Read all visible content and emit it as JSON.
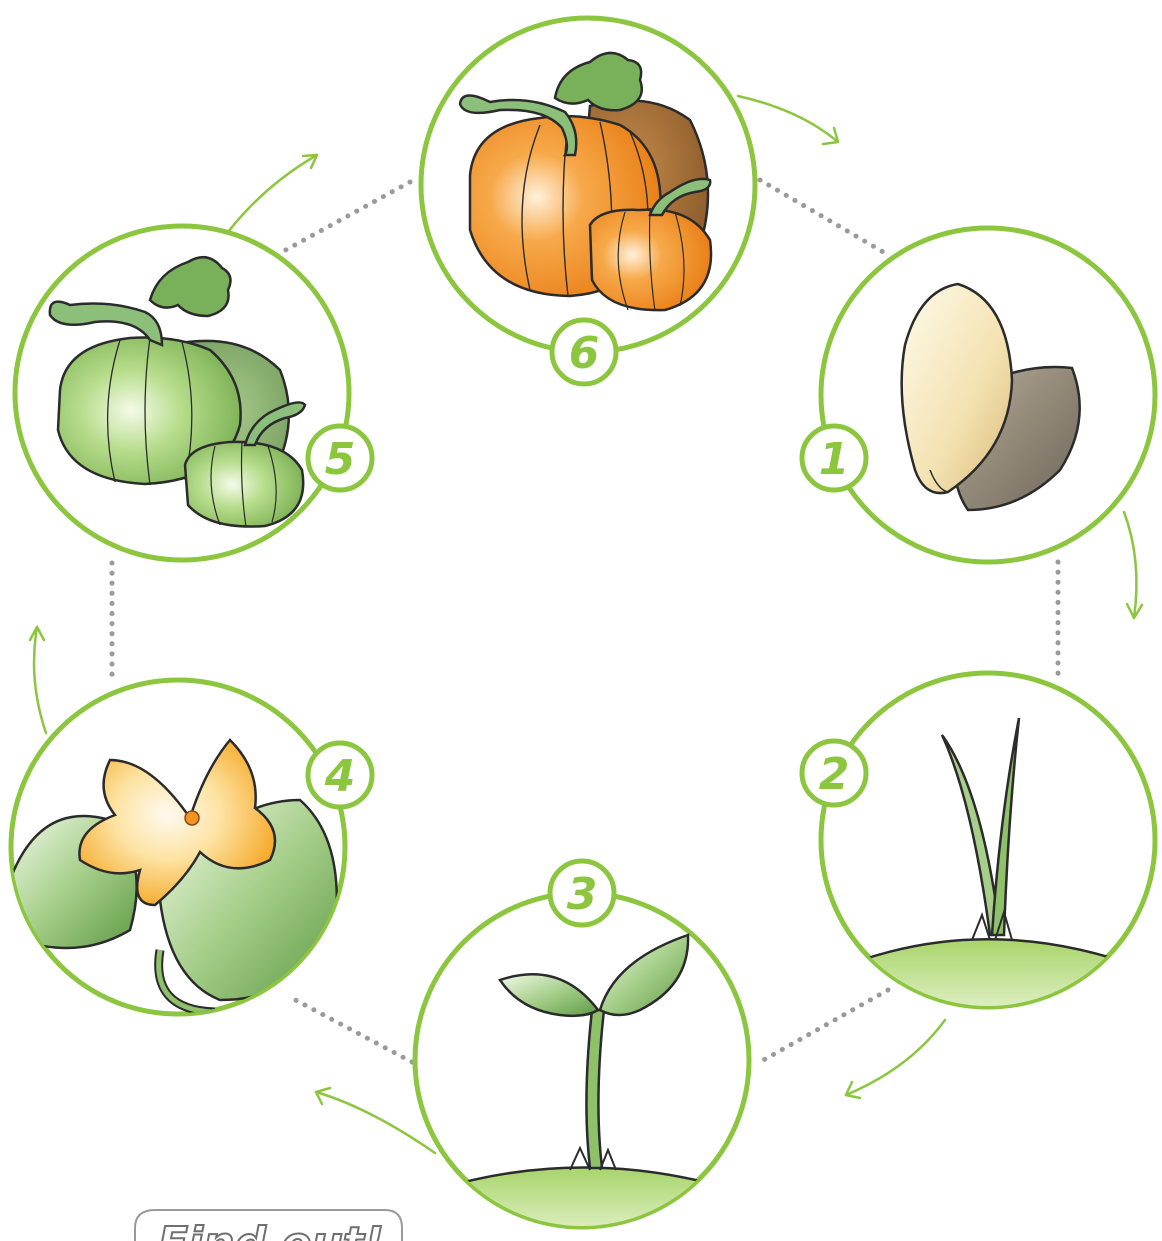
{
  "stages": [
    {
      "number": "1",
      "subject": "seeds"
    },
    {
      "number": "2",
      "subject": "sprout"
    },
    {
      "number": "3",
      "subject": "seedling"
    },
    {
      "number": "4",
      "subject": "flower"
    },
    {
      "number": "5",
      "subject": "green pumpkins"
    },
    {
      "number": "6",
      "subject": "ripe pumpkins"
    }
  ],
  "tag": {
    "text": "Find out!"
  },
  "colors": {
    "ring": "#8cc63f",
    "dots": "#9a9a9a",
    "arrow": "#8cc63f",
    "orange": "#f39322",
    "green_pumpkin": "#9ccc6a",
    "leaf": "#79b05a",
    "flower": "#f7b733"
  }
}
